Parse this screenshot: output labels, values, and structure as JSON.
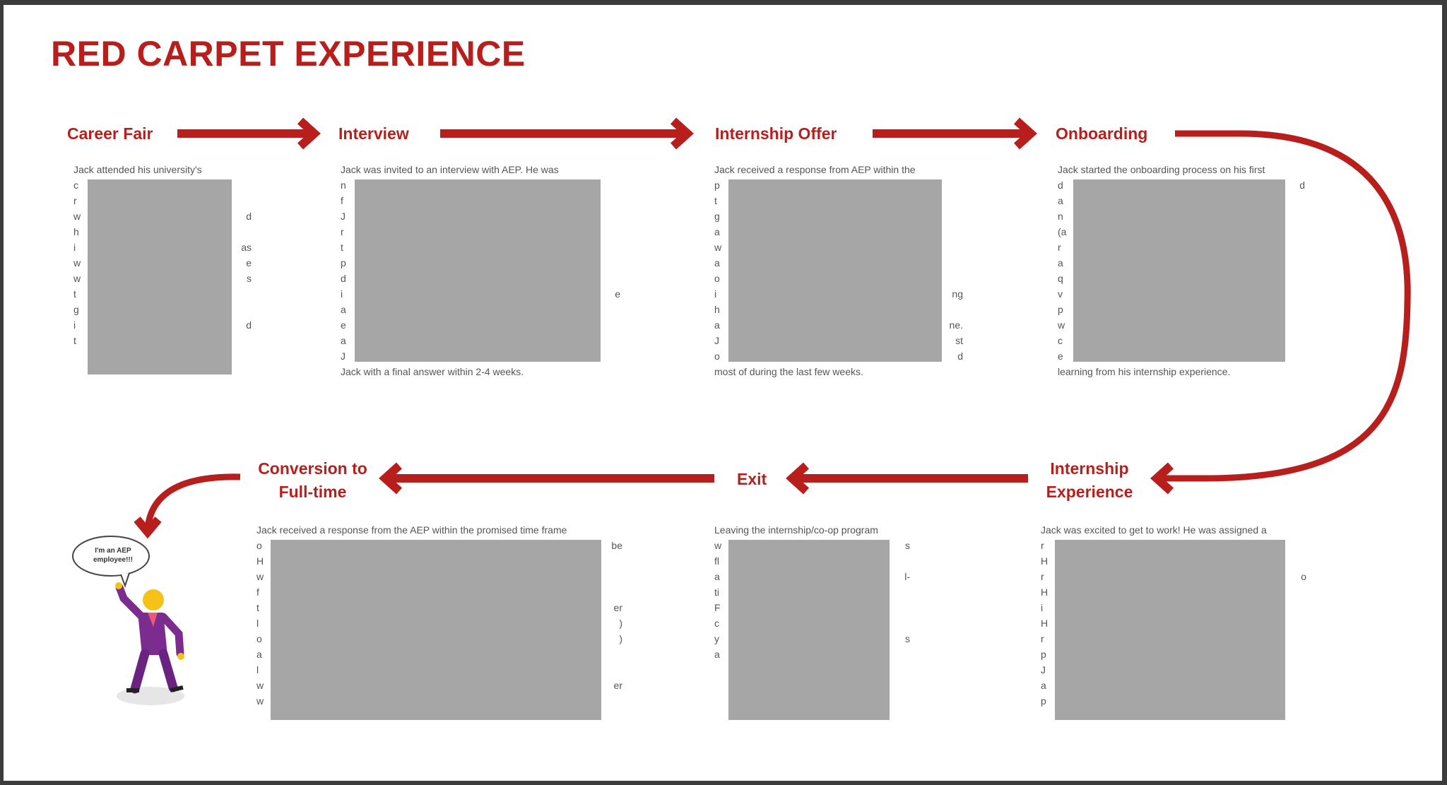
{
  "title": "RED CARPET EXPERIENCE",
  "stages": [
    {
      "label": "Career Fair",
      "lines": [
        {
          "s": "Jack attended his university's",
          "e": ""
        },
        {
          "s": "c",
          "e": ""
        },
        {
          "s": "r",
          "e": ""
        },
        {
          "s": "w",
          "e": "d"
        },
        {
          "s": "h",
          "e": ""
        },
        {
          "s": "i",
          "e": "as"
        },
        {
          "s": "w",
          "e": "e"
        },
        {
          "s": "w",
          "e": "s"
        },
        {
          "s": "t",
          "e": ""
        },
        {
          "s": "g",
          "e": ""
        },
        {
          "s": "i",
          "e": "d"
        },
        {
          "s": "t",
          "e": ""
        }
      ]
    },
    {
      "label": "Interview",
      "lines": [
        {
          "s": "Jack was invited to an interview with AEP. He was",
          "e": ""
        },
        {
          "s": "n",
          "e": ""
        },
        {
          "s": "f",
          "e": ""
        },
        {
          "s": "J",
          "e": ""
        },
        {
          "s": "r",
          "e": ""
        },
        {
          "s": "t",
          "e": ""
        },
        {
          "s": "p",
          "e": ""
        },
        {
          "s": "d",
          "e": ""
        },
        {
          "s": "i",
          "e": "e"
        },
        {
          "s": "a",
          "e": ""
        },
        {
          "s": "e",
          "e": ""
        },
        {
          "s": "a",
          "e": ""
        },
        {
          "s": "J",
          "e": ""
        },
        {
          "s": "Jack with a final answer within 2-4 weeks.",
          "e": ""
        }
      ]
    },
    {
      "label": "Internship Offer",
      "lines": [
        {
          "s": "Jack received a response from AEP within the",
          "e": ""
        },
        {
          "s": "p",
          "e": ""
        },
        {
          "s": "t",
          "e": ""
        },
        {
          "s": "g",
          "e": ""
        },
        {
          "s": "a",
          "e": ""
        },
        {
          "s": "w",
          "e": ""
        },
        {
          "s": "a",
          "e": ""
        },
        {
          "s": "o",
          "e": ""
        },
        {
          "s": "i",
          "e": "ng"
        },
        {
          "s": "h",
          "e": ""
        },
        {
          "s": "a",
          "e": "ne."
        },
        {
          "s": "J",
          "e": "st"
        },
        {
          "s": "o",
          "e": "d"
        },
        {
          "s": "most of during the last few weeks.",
          "e": ""
        }
      ]
    },
    {
      "label": "Onboarding",
      "lines": [
        {
          "s": "Jack started the onboarding process on his first",
          "e": ""
        },
        {
          "s": "d",
          "e": "d"
        },
        {
          "s": "a",
          "e": ""
        },
        {
          "s": "n",
          "e": ""
        },
        {
          "s": "(a",
          "e": ""
        },
        {
          "s": "r",
          "e": ""
        },
        {
          "s": "a",
          "e": ""
        },
        {
          "s": "q",
          "e": ""
        },
        {
          "s": "v",
          "e": ""
        },
        {
          "s": "p",
          "e": ""
        },
        {
          "s": "w",
          "e": ""
        },
        {
          "s": "c",
          "e": ""
        },
        {
          "s": "e",
          "e": ""
        },
        {
          "s": "learning from his internship experience.",
          "e": ""
        }
      ]
    },
    {
      "label": "Internship Experience",
      "lines": [
        {
          "s": "Jack was excited to get to work! He was assigned a",
          "e": ""
        },
        {
          "s": "r",
          "e": ""
        },
        {
          "s": "H",
          "e": ""
        },
        {
          "s": "r",
          "e": "o"
        },
        {
          "s": "H",
          "e": ""
        },
        {
          "s": "i",
          "e": ""
        },
        {
          "s": "H",
          "e": ""
        },
        {
          "s": "r",
          "e": ""
        },
        {
          "s": "p",
          "e": ""
        },
        {
          "s": "J",
          "e": ""
        },
        {
          "s": "a",
          "e": ""
        },
        {
          "s": "p",
          "e": ""
        }
      ]
    },
    {
      "label": "Exit",
      "lines": [
        {
          "s": "Leaving the internship/co-op program",
          "e": ""
        },
        {
          "s": "w",
          "e": "s"
        },
        {
          "s": "fl",
          "e": ""
        },
        {
          "s": "a",
          "e": "l-"
        },
        {
          "s": "ti",
          "e": ""
        },
        {
          "s": "F",
          "e": ""
        },
        {
          "s": "c",
          "e": ""
        },
        {
          "s": "y",
          "e": "s"
        },
        {
          "s": "a",
          "e": ""
        }
      ]
    },
    {
      "label": "Conversion to Full-time",
      "lines": [
        {
          "s": "Jack received a response from the AEP within the promised time frame",
          "e": ""
        },
        {
          "s": "o",
          "e": "be"
        },
        {
          "s": "H",
          "e": ""
        },
        {
          "s": "w",
          "e": ""
        },
        {
          "s": "f",
          "e": ""
        },
        {
          "s": "t",
          "e": "er"
        },
        {
          "s": "l",
          "e": ")"
        },
        {
          "s": "o",
          "e": ")"
        },
        {
          "s": "a",
          "e": ""
        },
        {
          "s": "l",
          "e": ""
        },
        {
          "s": "w",
          "e": "er"
        },
        {
          "s": "w",
          "e": ""
        }
      ]
    }
  ],
  "character": {
    "speech": "I'm an AEP employee!!!"
  },
  "colors": {
    "accent": "#b81f1c",
    "redaction": "#a6a6a6",
    "frame": "#3c3c3c"
  }
}
